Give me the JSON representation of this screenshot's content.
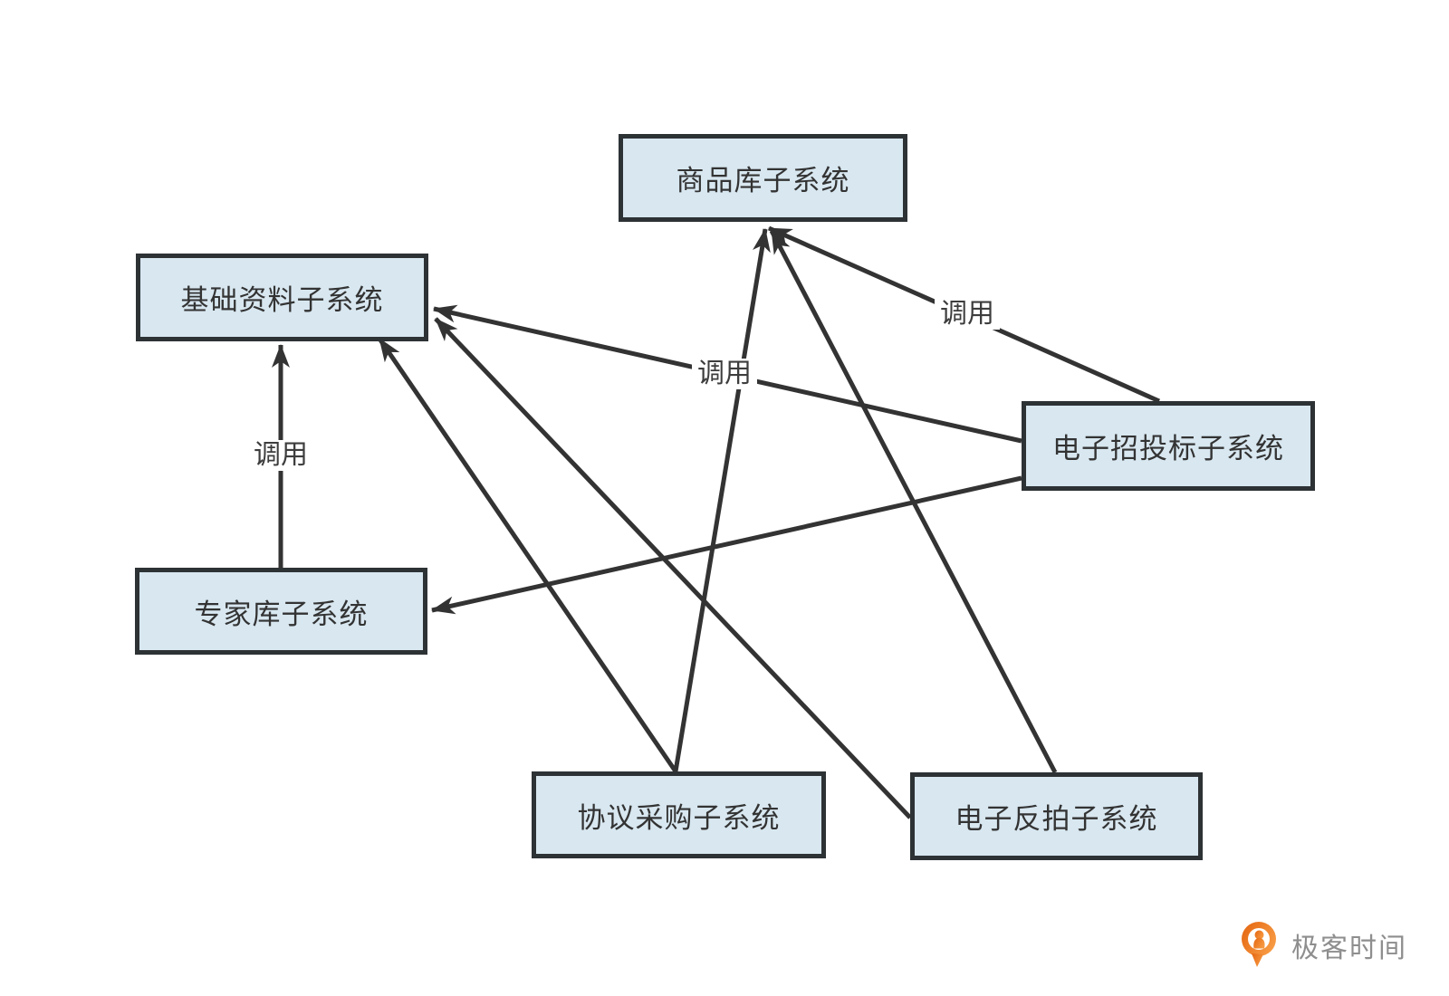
{
  "diagram": {
    "type": "dependency-diagram",
    "nodes": {
      "product": {
        "label": "商品库子系统"
      },
      "basic": {
        "label": "基础资料子系统"
      },
      "expert": {
        "label": "专家库子系统"
      },
      "bidding": {
        "label": "电子招投标子系统"
      },
      "agreement": {
        "label": "协议采购子系统"
      },
      "auction": {
        "label": "电子反拍子系统"
      }
    },
    "edges": [
      {
        "from": "expert",
        "to": "basic",
        "label": "调用"
      },
      {
        "from": "bidding",
        "to": "product",
        "label": "调用"
      },
      {
        "from": "bidding",
        "to": "basic",
        "label": "调用"
      },
      {
        "from": "agreement",
        "to": "product",
        "label": ""
      },
      {
        "from": "agreement",
        "to": "basic",
        "label": ""
      },
      {
        "from": "auction",
        "to": "product",
        "label": ""
      },
      {
        "from": "auction",
        "to": "basic",
        "label": ""
      },
      {
        "from": "bidding",
        "to": "expert",
        "label": ""
      }
    ]
  },
  "logo": {
    "text": "极客时间"
  },
  "colors": {
    "background": "#ffffff",
    "node_fill": "#d8e7f0",
    "node_border": "#2d3235",
    "edge": "#333333",
    "edge_label_text": "#3d3d3d",
    "logo_orange_dark": "#e4650f",
    "logo_orange_light": "#f79a43",
    "logo_text": "#8e8e8e"
  }
}
